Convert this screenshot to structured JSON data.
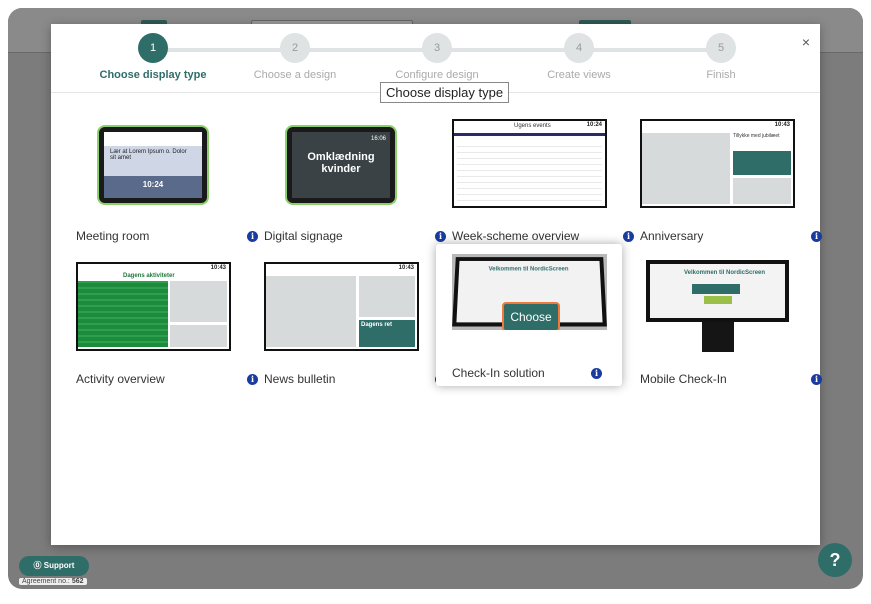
{
  "wizard": {
    "close_label": "×",
    "tooltip": "Choose display type",
    "steps": [
      {
        "number": "1",
        "label": "Choose display type"
      },
      {
        "number": "2",
        "label": "Choose a design"
      },
      {
        "number": "3",
        "label": "Configure design"
      },
      {
        "number": "4",
        "label": "Create views"
      },
      {
        "number": "5",
        "label": "Finish"
      }
    ]
  },
  "cards": [
    {
      "name": "Meeting room"
    },
    {
      "name": "Digital signage"
    },
    {
      "name": "Week-scheme overview"
    },
    {
      "name": "Anniversary"
    },
    {
      "name": "Activity overview"
    },
    {
      "name": "News bulletin"
    },
    {
      "name": "Check-In solution"
    },
    {
      "name": "Mobile Check-In"
    }
  ],
  "info_glyph": "i",
  "choose_label": "Choose",
  "thumb_text": {
    "meeting_room_text": "Lær at Lorem Ipsum o. Dolor sit amet",
    "meeting_time": "10:24",
    "signage_text": "Omklædning kvinder",
    "signage_time": "16:06",
    "week_title": "Ugens events",
    "week_time": "10:24",
    "anniv_time": "10:43",
    "anniv_text": "Tillykke med jubilæet",
    "activity_title": "Dagens aktiviteter",
    "activity_time": "10:43",
    "news_time": "10:43",
    "news_label": "Dagens ret",
    "checkin_title": "Velkommen til NordicScreen",
    "mobile_title": "Velkommen til NordicScreen"
  },
  "support": {
    "label": "⓪ Support",
    "agreement_label": "Agreement no.:",
    "agreement_no": "562"
  },
  "help_label": "?"
}
